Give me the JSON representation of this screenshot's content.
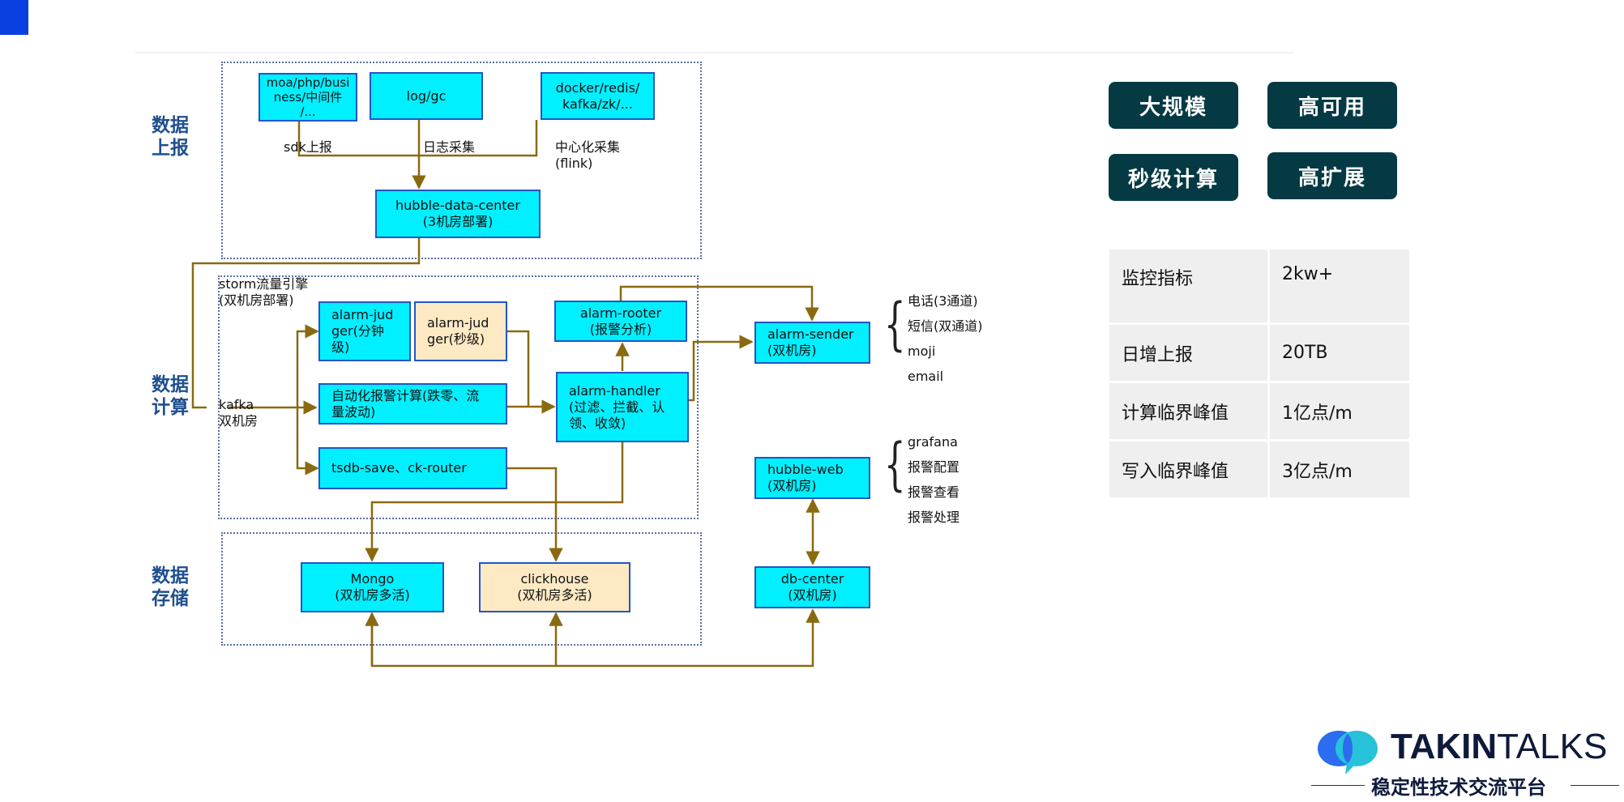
{
  "stages": {
    "report": "数据\n上报",
    "compute": "数据\n计算",
    "storage": "数据\n存储"
  },
  "sources": [
    {
      "id": "moa",
      "label": "moa/php/busi\nness/中间件\n/..."
    },
    {
      "id": "log",
      "label": "log/gc"
    },
    {
      "id": "docker",
      "label": "docker/redis/\nkafka/zk/..."
    }
  ],
  "source_edges": {
    "sdk": "sdk上报",
    "log": "日志采集",
    "central": "中心化采集\n(flink)"
  },
  "data_center": {
    "title": "hubble-data-center",
    "sub": "(3机房部署)"
  },
  "storm": {
    "title": "storm流量引擎",
    "sub": "(双机房部署)"
  },
  "kafka": {
    "line1": "kafka",
    "line2": "双机房"
  },
  "compute_nodes": {
    "judger_min": "alarm-jud\nger(分钟\n级)",
    "judger_sec": "alarm-jud\nger(秒级)",
    "auto": "自动化报警计算(跌零、流\n量波动)",
    "tsdb": "tsdb-save、ck-router",
    "rooter": {
      "title": "alarm-rooter",
      "sub": "(报警分析)"
    },
    "handler": "alarm-handler\n(过滤、拦截、认\n领、收敛)"
  },
  "sender": {
    "title": "alarm-sender",
    "sub": "(双机房)"
  },
  "sender_channels": [
    "电话(3通道)",
    "短信(双通道)",
    "moji",
    "email"
  ],
  "web": {
    "title": "hubble-web",
    "sub": "(双机房)"
  },
  "web_features": [
    "grafana",
    "报警配置",
    "报警查看",
    "报警处理"
  ],
  "storage_nodes": {
    "mongo": {
      "title": "Mongo",
      "sub": "(双机房多活)"
    },
    "clickhouse": {
      "title": "clickhouse",
      "sub": "(双机房多活)"
    },
    "dbcenter": {
      "title": "db-center",
      "sub": "(双机房)"
    }
  },
  "tags": [
    "大规模",
    "高可用",
    "秒级计算",
    "高扩展"
  ],
  "metrics": [
    {
      "key": "监控指标",
      "value": "2kw+"
    },
    {
      "key": "日增上报",
      "value": "20TB"
    },
    {
      "key": "计算临界峰值",
      "value": "1亿点/m"
    },
    {
      "key": "写入临界峰值",
      "value": "3亿点/m"
    }
  ],
  "logo": {
    "bold": "TAKIN",
    "light": "TALKS",
    "tagline": "稳定性技术交流平台"
  },
  "colors": {
    "node_fill": "#00f0ff",
    "node_beige": "#fde9c4",
    "node_border": "#2255c8",
    "wire": "#8a6a10",
    "stage_text": "#1f4f8f",
    "tag_bg": "#053a44",
    "corner": "#0a3fe0"
  }
}
